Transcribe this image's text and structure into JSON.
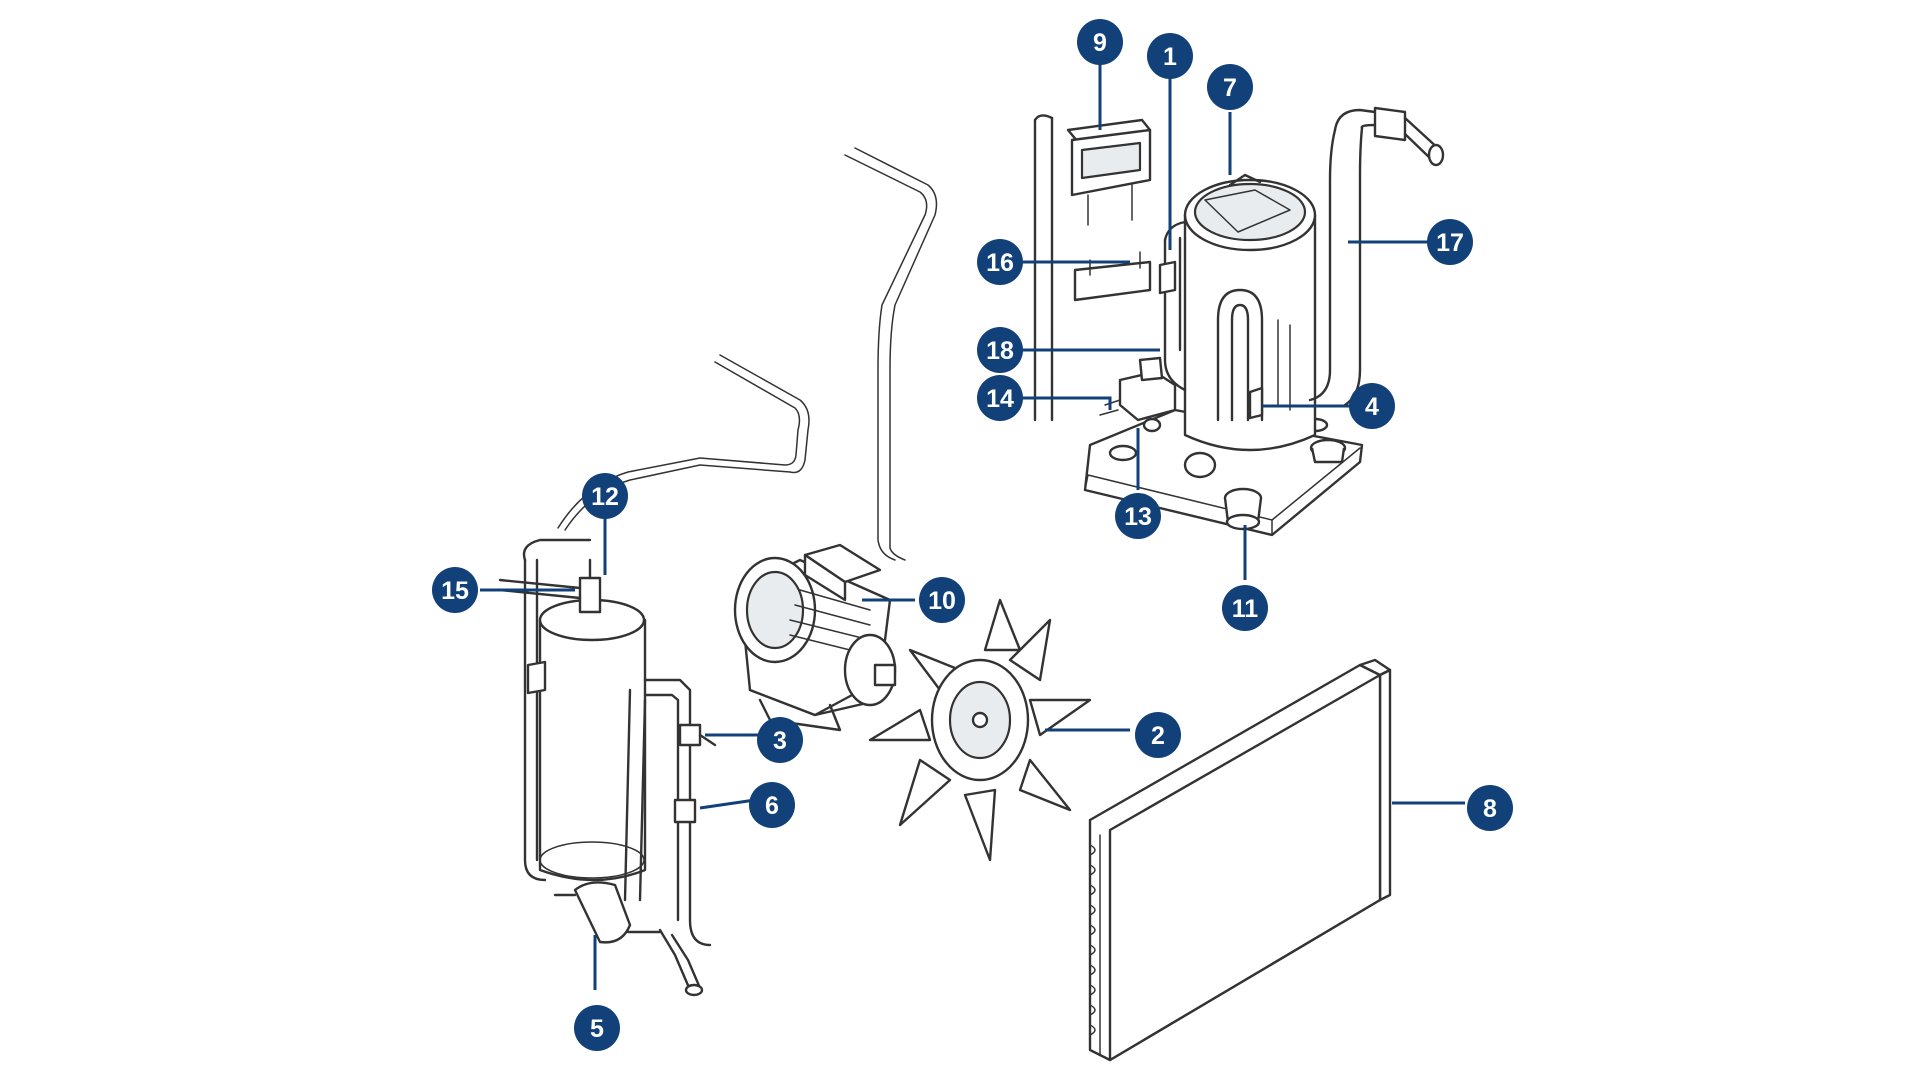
{
  "colors": {
    "badge": "#114178",
    "line": "#333333",
    "background": "#ffffff"
  },
  "callouts": [
    {
      "label": "1",
      "part": "pipe"
    },
    {
      "label": "2",
      "part": "fan"
    },
    {
      "label": "3",
      "part": "valve"
    },
    {
      "label": "4",
      "part": "compressor-fitting"
    },
    {
      "label": "5",
      "part": "filter-drier"
    },
    {
      "label": "6",
      "part": "sight-glass"
    },
    {
      "label": "7",
      "part": "compressor"
    },
    {
      "label": "8",
      "part": "condenser"
    },
    {
      "label": "9",
      "part": "pressure-switch"
    },
    {
      "label": "10",
      "part": "fan-motor"
    },
    {
      "label": "11",
      "part": "mount"
    },
    {
      "label": "12",
      "part": "receiver-valve"
    },
    {
      "label": "13",
      "part": "valve-fitting"
    },
    {
      "label": "14",
      "part": "switch"
    },
    {
      "label": "15",
      "part": "receiver-fitting"
    },
    {
      "label": "16",
      "part": "bracket"
    },
    {
      "label": "17",
      "part": "discharge-pipe"
    },
    {
      "label": "18",
      "part": "suction-line"
    }
  ]
}
